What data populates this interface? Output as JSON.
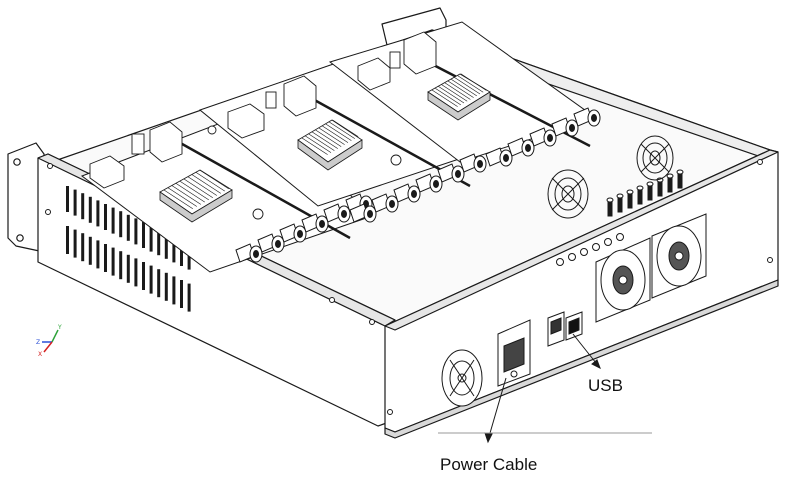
{
  "callouts": {
    "usb": "USB",
    "power_cable": "Power Cable"
  },
  "axis_triad": {
    "labels": [
      "Y",
      "Z",
      "X"
    ],
    "colors": {
      "x": "#d42020",
      "y": "#2ea33a",
      "z": "#2a4fd6"
    }
  },
  "colors": {
    "line": "#1a1a1a",
    "fill": "#ffffff",
    "shade": "#d9d9d9"
  }
}
